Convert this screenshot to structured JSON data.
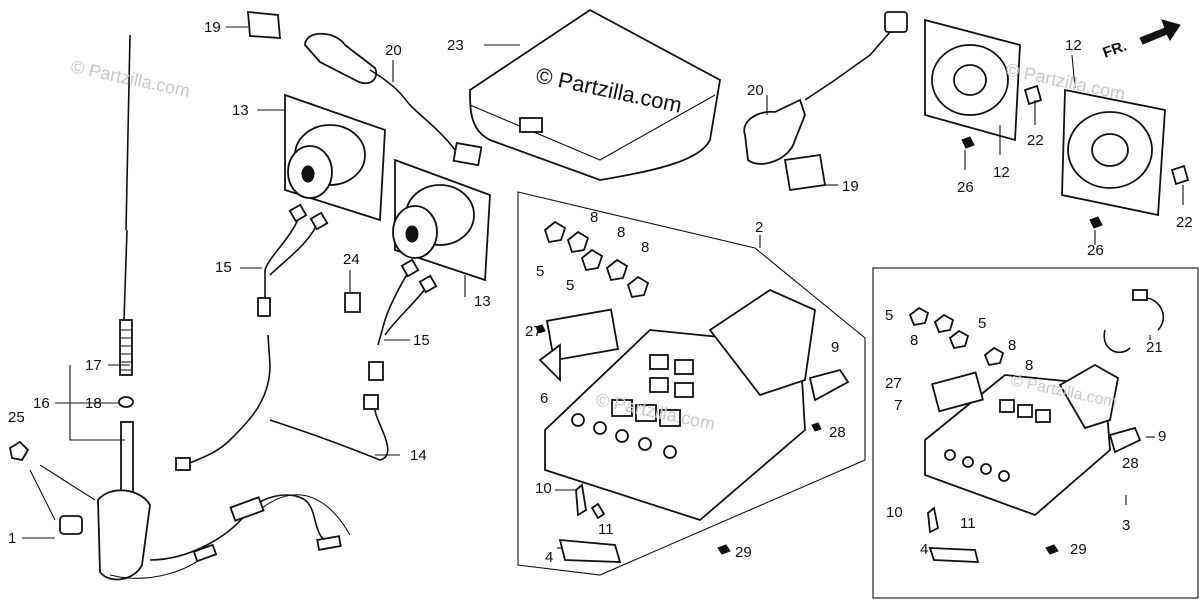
{
  "watermark": {
    "main": "© Partzilla.com",
    "faint": "© Partzilla.com"
  },
  "direction": {
    "label": "FR."
  },
  "callouts": {
    "c1": "1",
    "c2": "2",
    "c3": "3",
    "c4a": "4",
    "c4b": "4",
    "c5a": "5",
    "c5b": "5",
    "c5c": "5",
    "c5d": "5",
    "c6": "6",
    "c7": "7",
    "c8a": "8",
    "c8b": "8",
    "c8c": "8",
    "c8d": "8",
    "c8e": "8",
    "c8f": "8",
    "c9a": "9",
    "c9b": "9",
    "c10a": "10",
    "c10b": "10",
    "c11a": "11",
    "c11b": "11",
    "c12a": "12",
    "c12b": "12",
    "c13a": "13",
    "c13b": "13",
    "c14": "14",
    "c15a": "15",
    "c15b": "15",
    "c16": "16",
    "c17": "17",
    "c18": "18",
    "c19a": "19",
    "c19b": "19",
    "c20a": "20",
    "c20b": "20",
    "c21": "21",
    "c22a": "22",
    "c22b": "22",
    "c23": "23",
    "c24": "24",
    "c25": "25",
    "c26a": "26",
    "c26b": "26",
    "c27a": "27",
    "c27b": "27",
    "c28a": "28",
    "c28b": "28",
    "c29a": "29",
    "c29b": "29"
  }
}
